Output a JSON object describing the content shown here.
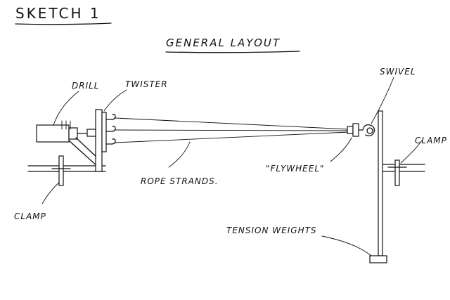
{
  "title": "SKETCH 1",
  "subtitle": "GENERAL LAYOUT",
  "labels": {
    "drill": "DRILL",
    "twister": "TWISTER",
    "swivel": "SWIVEL",
    "flywheel": "\"FLYWHEEL\"",
    "clamp_left": "CLAMP",
    "clamp_right": "CLAMP",
    "rope_strands": "ROPE STRANDS.",
    "tension_weights": "TENSION WEIGHTS"
  }
}
